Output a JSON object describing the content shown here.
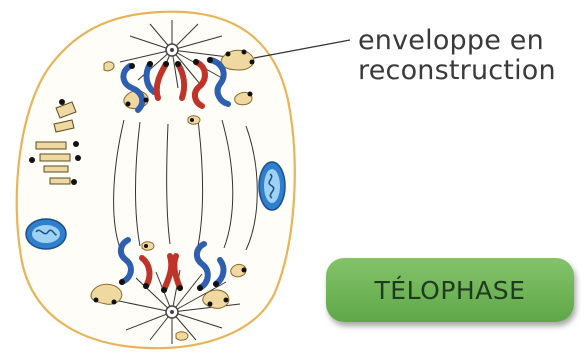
{
  "labels": {
    "callout_line1": "enveloppe en",
    "callout_line2": "reconstruction",
    "phase": "TÉLOPHASE"
  },
  "colors": {
    "cell_membrane": "#e8b45a",
    "nuclear_envelope": "#f0d9a0",
    "chromosome_blue": "#2f5fb0",
    "chromosome_red": "#c0332b",
    "mitochondrion": "#2f7fcf",
    "badge_green": "#6cb352",
    "spindle_fibers": "#333333"
  },
  "icons": [
    "centrosome-icon",
    "mitochondrion-icon",
    "golgi-apparatus-icon"
  ]
}
